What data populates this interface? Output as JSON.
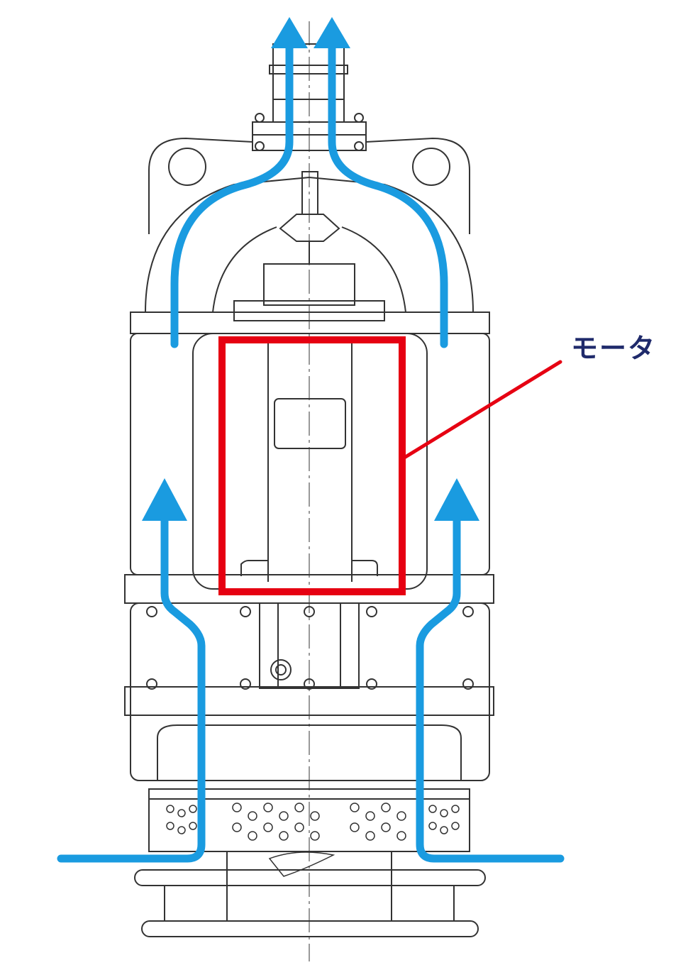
{
  "callout": {
    "label": "モータ"
  },
  "colors": {
    "flow_arrow": "#1a9be0",
    "motor_highlight": "#e60012",
    "label_text": "#1f2a6b",
    "line_art": "#333333"
  },
  "icons": [
    "pump-drawing",
    "flow-arrow",
    "motor-outline",
    "leader-line"
  ]
}
